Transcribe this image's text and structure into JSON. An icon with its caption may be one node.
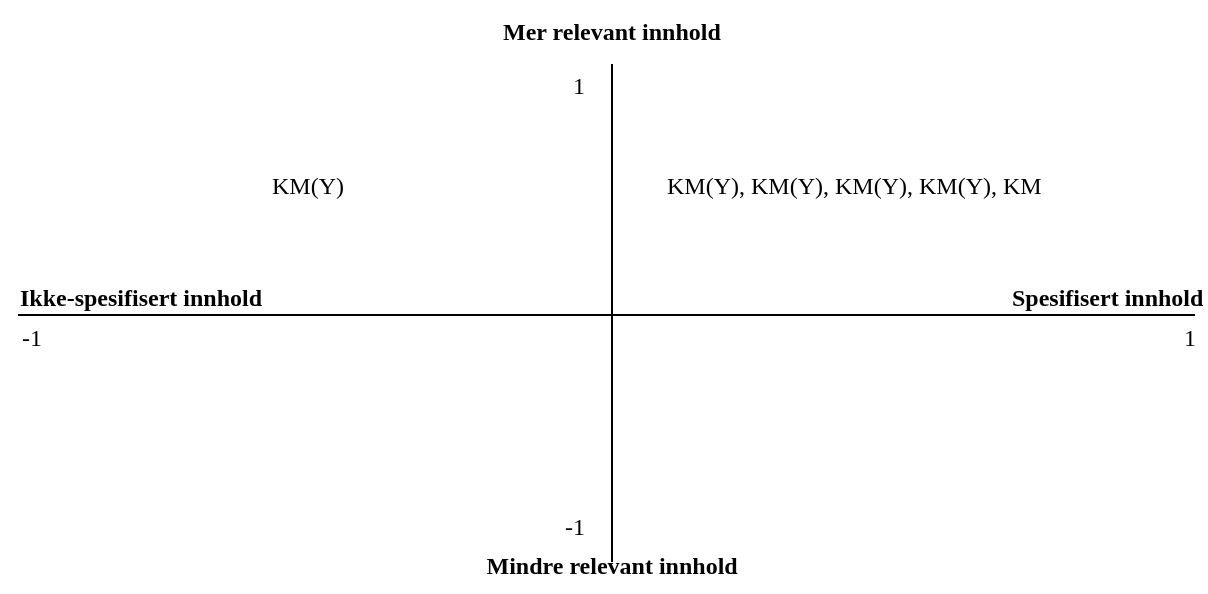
{
  "diagram": {
    "labels": [
      "Mer relevant innhold",
      "1",
      "KM(Y)",
      "KM(Y), KM(Y), KM(Y), KM(Y), KM",
      "Ikke-spesifisert innhold",
      "Spesifisert innhold",
      "-1",
      "1",
      "-1",
      "Mindre relevant innhold"
    ]
  }
}
